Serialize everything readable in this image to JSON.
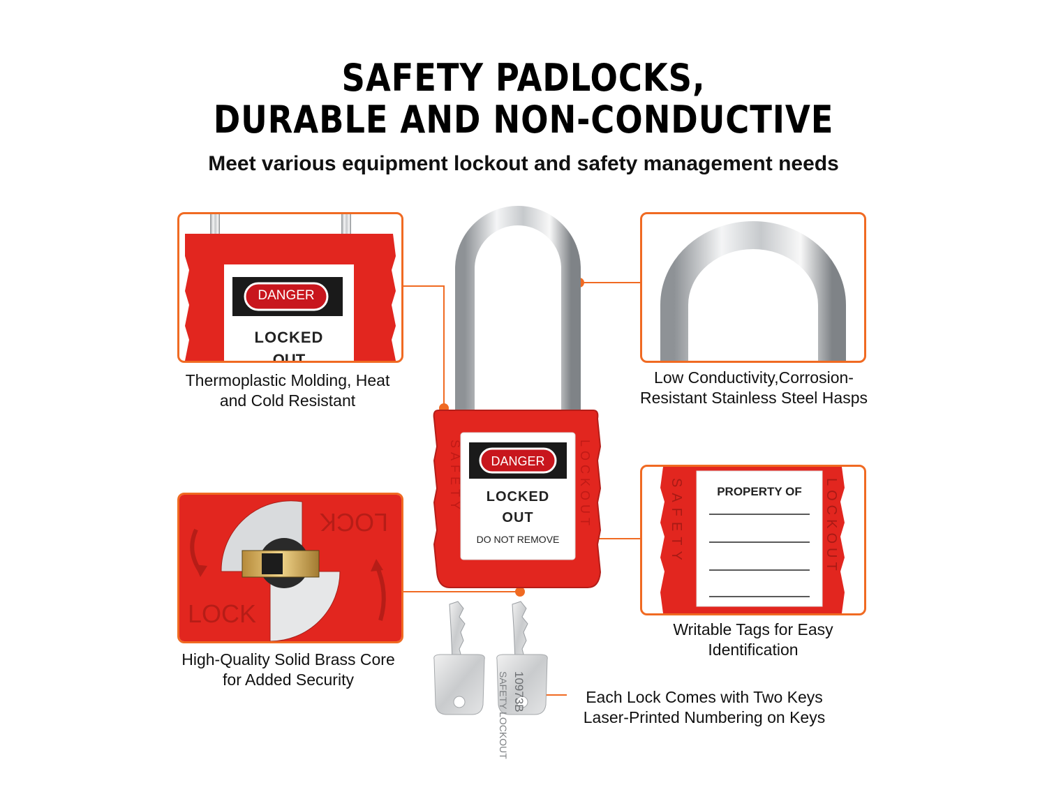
{
  "header": {
    "title_line1": "SAFETY PADLOCKS,",
    "title_line2": "DURABLE AND NON-CONDUCTIVE",
    "subtitle": "Meet various equipment lockout and safety management needs"
  },
  "features": {
    "molding": {
      "line1": "Thermoplastic Molding, Heat",
      "line2": "and Cold Resistant"
    },
    "hasp": {
      "line1": "Low Conductivity,Corrosion-",
      "line2": "Resistant Stainless Steel Hasps"
    },
    "brass": {
      "line1": "High-Quality Solid Brass Core",
      "line2": "for Added Security"
    },
    "tags": {
      "line1": "Writable Tags for Easy",
      "line2": "Identification"
    },
    "keys": {
      "line1": "Each Lock Comes with Two Keys",
      "line2": "Laser-Printed Numbering on Keys"
    }
  },
  "lock_label": {
    "danger": "DANGER",
    "locked": "LOCKED",
    "out": "OUT",
    "do_not_remove": "DO NOT REMOVE",
    "side_left": "SAFETY",
    "side_right": "LOCKOUT"
  },
  "tag_panel": {
    "property_of": "PROPERTY OF"
  },
  "cylinder_panel": {
    "lock_top": "LOCK",
    "lock_bottom": "LOCK"
  },
  "key_text": {
    "serial": "10973B",
    "brand": "SAFETY LOCKOUT"
  },
  "colors": {
    "accent": "#f06a22",
    "lock_red": "#e2261f",
    "danger_red": "#c8161d"
  }
}
